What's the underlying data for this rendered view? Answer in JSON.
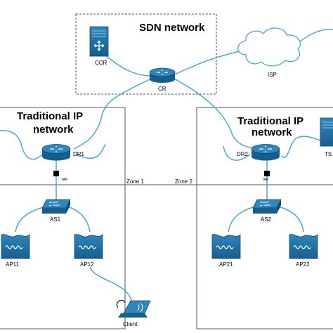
{
  "zones": {
    "sdn_title": "SDN network",
    "trad_left_line1": "Traditional IP",
    "trad_left_line2": "network",
    "trad_right_line1": "Traditional IP",
    "trad_right_line2": "network",
    "zone1": "Zone 1",
    "zone2": "Zone 2"
  },
  "nodes": {
    "ccr": "CCR",
    "cr": "CR",
    "isp": "ISP",
    "dr1": "DR1",
    "dr2": "DR2",
    "ts": "TS",
    "tap_left": "TAP",
    "tap_right": "TAP",
    "as1": "AS1",
    "as2": "AS2",
    "ap11": "AP11",
    "ap12": "AP12",
    "ap21": "AP21",
    "ap22": "AP22",
    "client": "Client"
  },
  "colors": {
    "device": "#1f6fa0",
    "device_dark": "#17557a",
    "link": "#4aa7d6",
    "box_border": "#555555"
  }
}
